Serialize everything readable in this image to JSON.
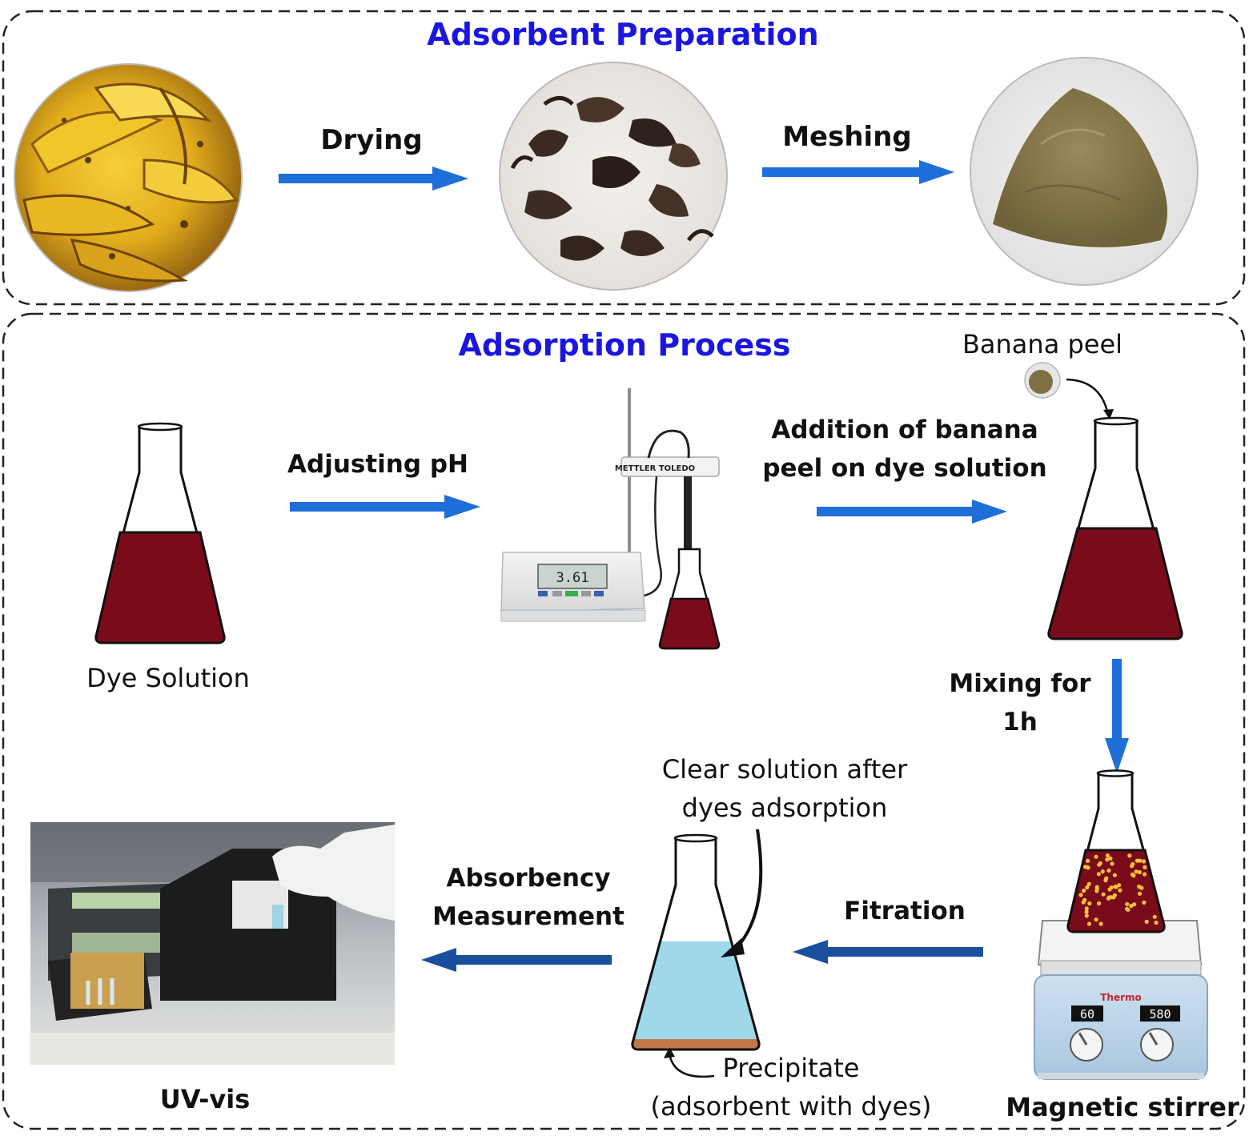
{
  "colors": {
    "title_blue": "#1a16e0",
    "arrow_blue": "#1e6fd9",
    "arrow_dark_blue": "#1a4f9e",
    "dye_red": "#7a0b1a",
    "clear_solution": "#9ed8ea",
    "precipitate": "#c0784a",
    "particle": "#f2c23a"
  },
  "preparation": {
    "title": "Adsorbent Preparation",
    "step1": "Drying",
    "step2": "Meshing",
    "images": [
      "banana-peels-photo",
      "dried-peels-photo",
      "powder-photo"
    ]
  },
  "process": {
    "title": "Adsorption Process",
    "dye_solution": "Dye Solution",
    "adjusting_ph": "Adjusting pH",
    "ph_meter_brand": "METTLER TOLEDO",
    "ph_meter_reading": "3.61",
    "addition_line1": "Addition of banana",
    "addition_line2": "peel on dye solution",
    "banana_peel": "Banana peel",
    "mixing_line1": "Mixing for",
    "mixing_line2": "1h",
    "stirrer_brand": "Thermo",
    "stirrer_display1": "60",
    "stirrer_display2": "580",
    "magnetic_stirrer": "Magnetic stirrer",
    "filtration": "Fitration",
    "clear_line1": "Clear solution after",
    "clear_line2": "dyes adsorption",
    "precipitate_line1": "Precipitate",
    "precipitate_line2": "(adsorbent with dyes)",
    "absorbency_line1": "Absorbency",
    "absorbency_line2": "Measurement",
    "uvvis": "UV-vis"
  }
}
